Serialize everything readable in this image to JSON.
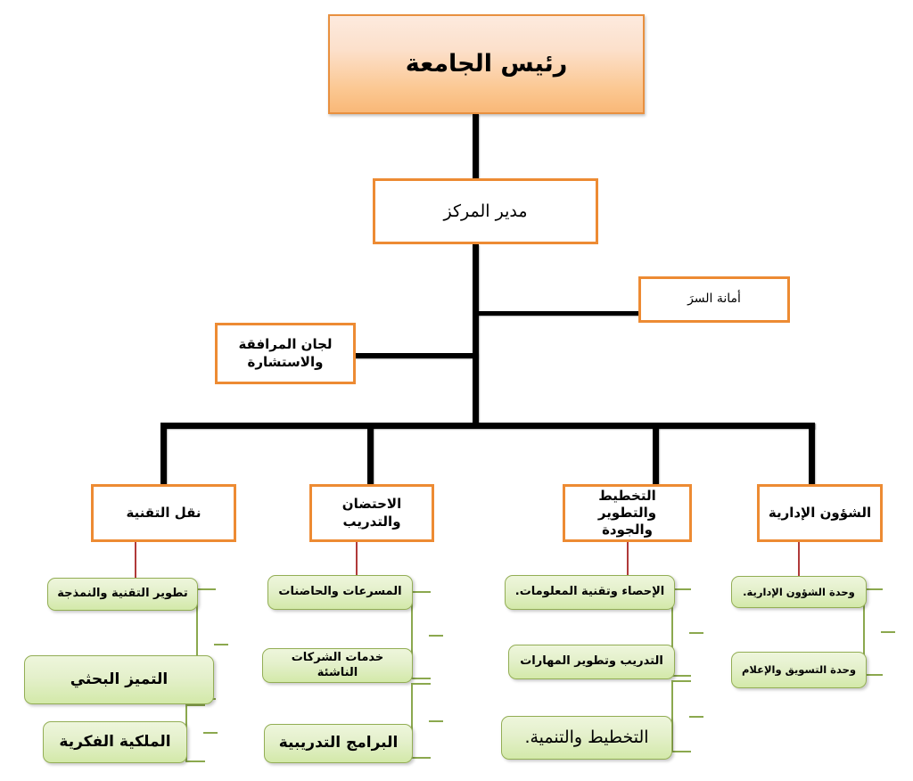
{
  "diagram": {
    "type": "organizational-chart",
    "language": "ar",
    "direction": "rtl",
    "colors": {
      "primary_box_border": "#ed8b33",
      "title_box_fill_top": "#fdeade",
      "title_box_fill_bottom": "#f9b878",
      "sub_box_border": "#93ae55",
      "sub_box_fill_top": "#eef6dc",
      "sub_box_fill_bottom": "#d3e9a9",
      "connector_black": "#000000",
      "connector_red": "#b03a3a",
      "connector_green": "#8ba84e"
    }
  },
  "nodes": {
    "title": "رئيس الجامعة",
    "director": "مدير المركز",
    "secretariat": "أمانة السرَ",
    "committees": "لجان المرافقة\nوالاستشارة",
    "committees_line1": "لجان المرافقة",
    "committees_line2": "والاستشارة"
  },
  "departments": [
    {
      "id": "administrative-affairs",
      "label_line1": "الشؤون الإدارية",
      "label_line2": "",
      "units": [
        "وحدة الشؤون الإدارية.",
        "وحدة التسويق والإعلام"
      ]
    },
    {
      "id": "planning-development-quality",
      "label_line1": "التخطيط والتطوير",
      "label_line2": "والجودة",
      "units": [
        "الإحصاء وتقنية المعلومات.",
        "التدريب وتطوير المهارات",
        "التخطيط والتنمية."
      ]
    },
    {
      "id": "incubation-training",
      "label_line1": "الاحتضان",
      "label_line2": "والتدريب",
      "units": [
        "المسرعات والحاضنات",
        "خدمات الشركات الناشئة",
        "البرامج التدريبية"
      ]
    },
    {
      "id": "technology-transfer",
      "label_line1": "نقل التقنية",
      "label_line2": "",
      "units": [
        "تطوير التقنية والنمذجة",
        "التميز البحثي",
        "الملكية الفكرية"
      ]
    }
  ]
}
